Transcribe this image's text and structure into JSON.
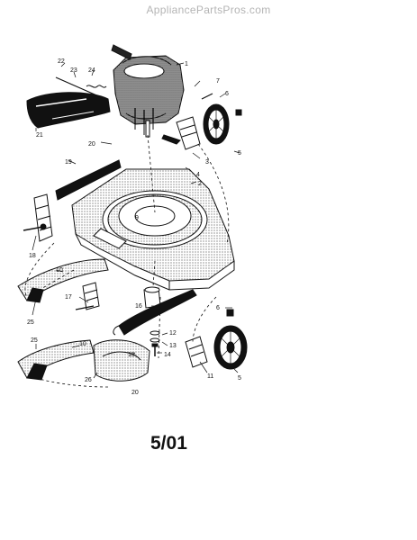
{
  "watermark": "AppliancePartsPros.com",
  "revision": "5/01",
  "callouts": [
    "1",
    "2",
    "3",
    "4",
    "5",
    "6",
    "7",
    "8",
    "9",
    "10",
    "11",
    "12",
    "13",
    "14",
    "15",
    "16",
    "17",
    "18",
    "19",
    "20",
    "21",
    "22",
    "23",
    "24",
    "25",
    "26"
  ],
  "colors": {
    "ink": "#111111",
    "watermark": "#b4b4b4",
    "background": "#ffffff"
  }
}
